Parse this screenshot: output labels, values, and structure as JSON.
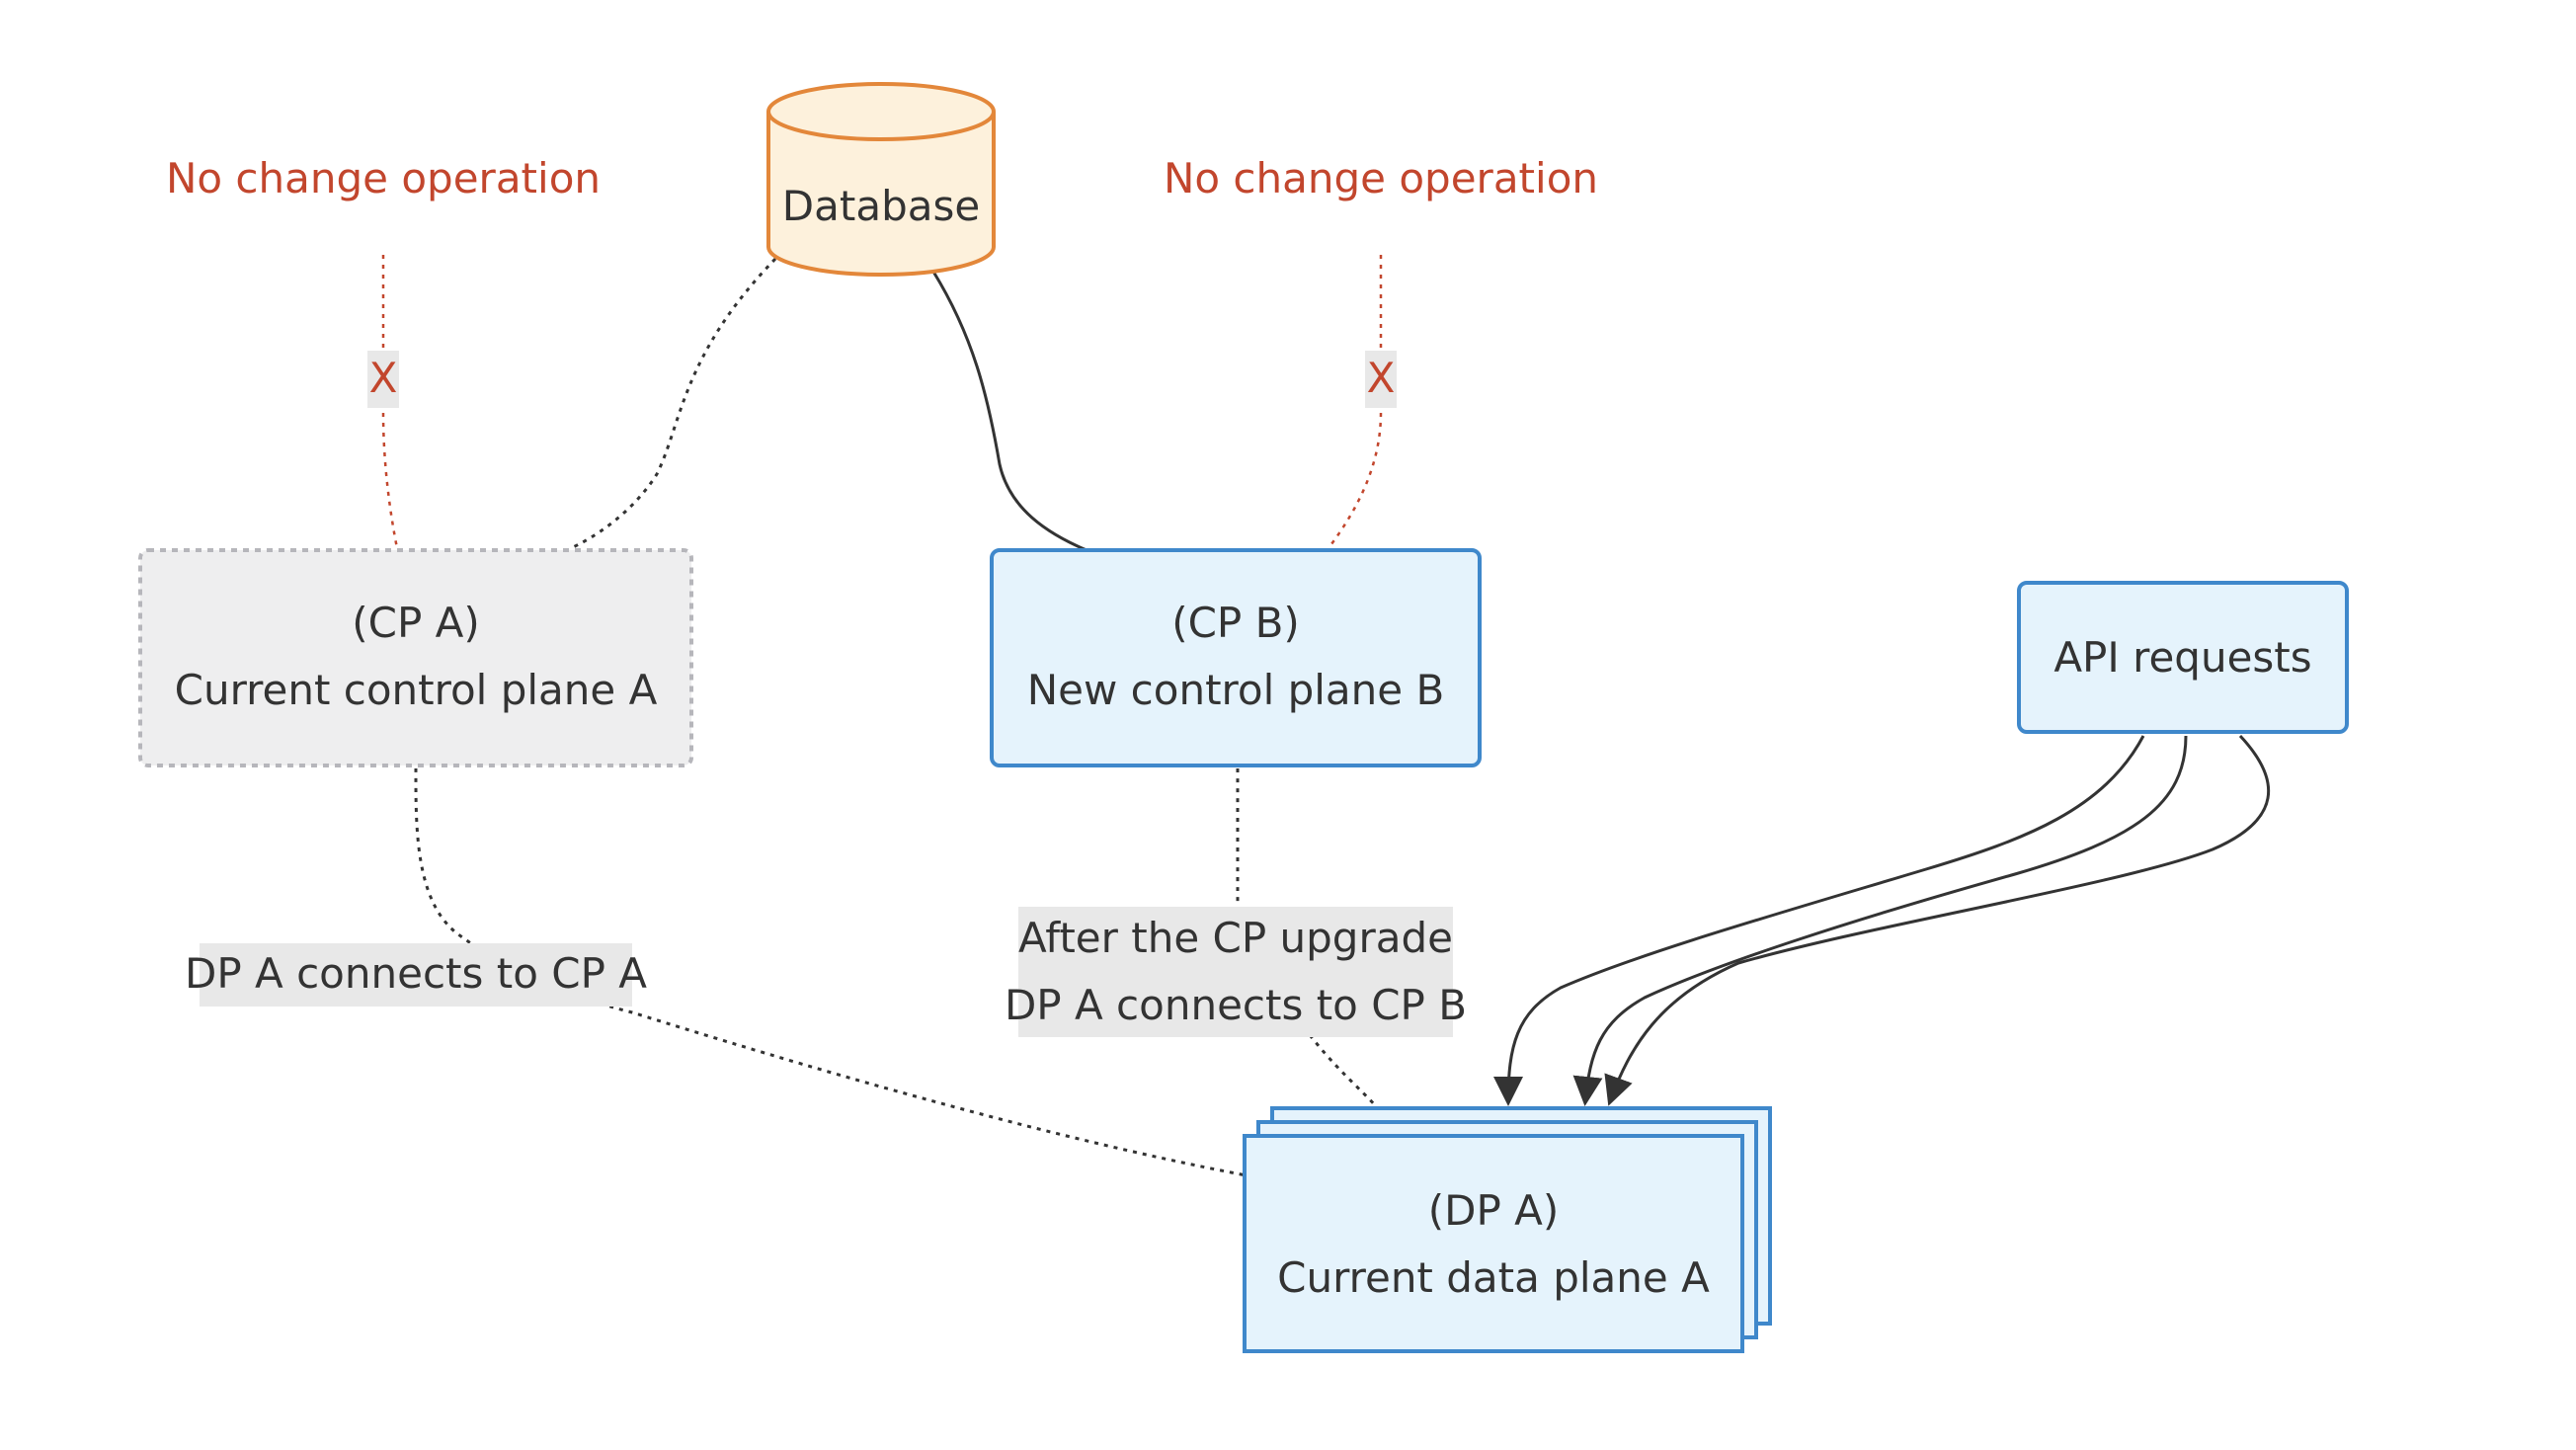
{
  "nodes": {
    "database": {
      "label": "Database"
    },
    "no_change_left": {
      "label": "No change operation"
    },
    "no_change_right": {
      "label": "No change operation"
    },
    "cp_a": {
      "line1": "(CP A)",
      "line2": "Current control plane A"
    },
    "cp_b": {
      "line1": "(CP B)",
      "line2": "New control plane B"
    },
    "api": {
      "label": "API requests"
    },
    "dp_a": {
      "line1": "(DP A)",
      "line2": "Current data plane A"
    }
  },
  "edges": {
    "x_left": "X",
    "x_right": "X",
    "dp_cp_a": "DP A connects to CP A",
    "dp_cp_b_line1": "After the CP upgrade",
    "dp_cp_b_line2": "DP A connects to CP B"
  },
  "colors": {
    "database_fill": "#fdf1dc",
    "database_stroke": "#e3873a",
    "blue_fill": "#e5f3fc",
    "blue_stroke": "#3f88cb",
    "gray_fill": "#eeeeef",
    "gray_stroke": "#b6b6bb",
    "warning_red": "#c2462d",
    "edge_label_bg": "#e8e8e8"
  }
}
